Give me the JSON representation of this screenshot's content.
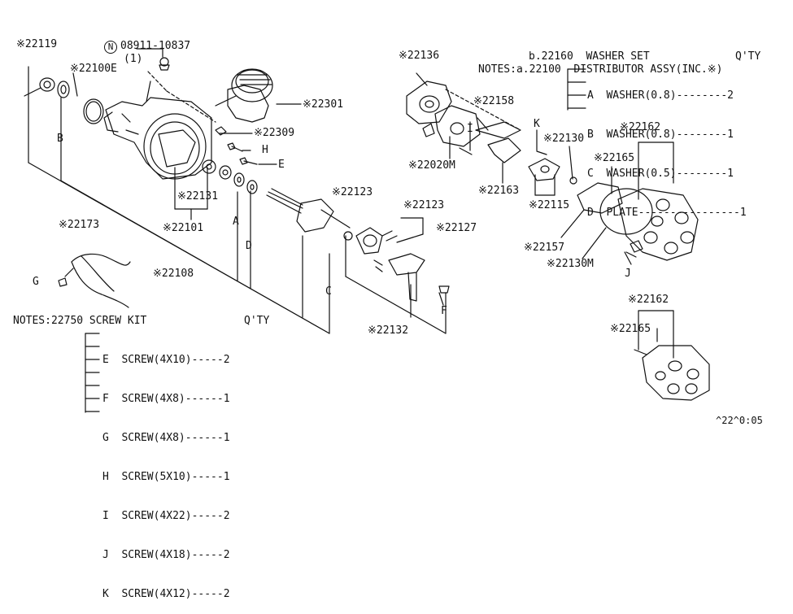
{
  "part_labels": {
    "p22119": "※22119",
    "p22100E": "※22100E",
    "bolt_code": "08911-10837",
    "bolt_circle": "N",
    "bolt_qty": "(1)",
    "p22301": "※22301",
    "p22309": "※22309",
    "p22131": "※22131",
    "p22101": "※22101",
    "p22108": "※22108",
    "p22173": "※22173",
    "p22123a": "※22123",
    "p22123b": "※22123",
    "p22127": "※22127",
    "p22132": "※22132",
    "p22136": "※22136",
    "p22158": "※22158",
    "p22020M": "※22020M",
    "p22163": "※22163",
    "p22115": "※22115",
    "p22130": "※22130",
    "p22162a": "※22162",
    "p22165a": "※22165",
    "p22157": "※22157",
    "p22130M": "※22130M",
    "p22162b": "※22162",
    "p22165b": "※22165"
  },
  "letter_labels": {
    "A": "A",
    "B": "B",
    "C": "C",
    "D": "D",
    "E": "E",
    "F": "F",
    "G": "G",
    "H": "H",
    "I": "I",
    "J": "J",
    "K": "K"
  },
  "notes_top": {
    "line1": "NOTES:a.22100  DISTRIBUTOR ASSY(INC.※)",
    "line2": "b.22160  WASHER SET",
    "qty_header": "Q'TY",
    "items": [
      {
        "text": "A  WASHER(0.8)--------2"
      },
      {
        "text": "B  WASHER(0.8)--------1"
      },
      {
        "text": "C  WASHER(0.5)--------1"
      },
      {
        "text": "D  PLATE----------------1"
      }
    ]
  },
  "notes_bottom": {
    "title": "NOTES:22750 SCREW KIT",
    "qty_header": "Q'TY",
    "items": [
      {
        "text": "E  SCREW(4X10)-----2"
      },
      {
        "text": "F  SCREW(4X8)------1"
      },
      {
        "text": "G  SCREW(4X8)------1"
      },
      {
        "text": "H  SCREW(5X10)-----1"
      },
      {
        "text": "I  SCREW(4X22)-----2"
      },
      {
        "text": "J  SCREW(4X18)-----2"
      },
      {
        "text": "K  SCREW(4X12)-----2"
      }
    ]
  },
  "footer_code": "^22^0:05",
  "colors": {
    "ink": "#111111",
    "paper": "#ffffff"
  }
}
